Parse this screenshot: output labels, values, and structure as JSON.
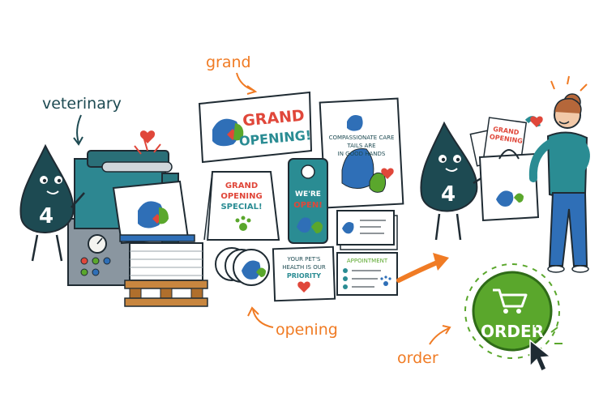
{
  "annotations": {
    "grand": "grand",
    "veterinary": "veterinary",
    "opening": "opening",
    "order": "order"
  },
  "mascot": {
    "number": "4"
  },
  "banner": {
    "line1": "GRAND",
    "line2": "OPENING!"
  },
  "poster": {
    "line1": "COMPASSIONATE CARE",
    "line2": "TAILS ARE",
    "line3": "IN GOOD HANDS"
  },
  "tent_card": {
    "line1": "GRAND",
    "line2": "OPENING",
    "line3": "SPECIAL!"
  },
  "door_hanger": {
    "line1": "WE'RE",
    "line2": "OPEN!"
  },
  "health_card": {
    "line1": "YOUR PET'S",
    "line2": "HEALTH IS OUR",
    "line3": "PRIORITY"
  },
  "appointment_card": {
    "title": "APPOINTMENT"
  },
  "bag_flyer": {
    "line1": "GRAND",
    "line2": "OPENING"
  },
  "order_button": {
    "label": "ORDER",
    "icon": "shopping-cart-icon"
  },
  "colors": {
    "ink": "#1f2b33",
    "teal": "#2a8c93",
    "dark_teal": "#1d4a52",
    "blue": "#2f6fb7",
    "orange": "#f07b24",
    "green": "#5aa72c",
    "red": "#e0473a"
  }
}
